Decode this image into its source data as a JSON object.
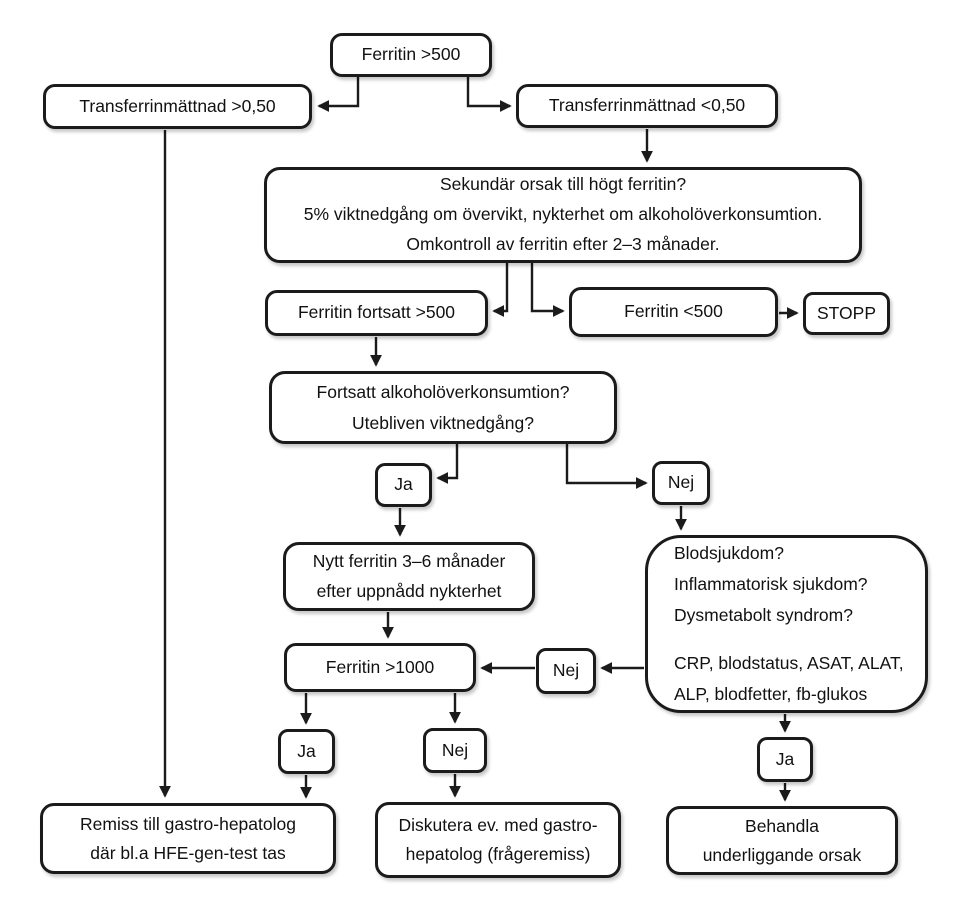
{
  "colors": {
    "line": "#1b1b1b",
    "background": "#ffffff",
    "text": "#111111"
  },
  "nodes": {
    "ferritin_gt_500": {
      "label": "Ferritin >500"
    },
    "transferrin_gt_050": {
      "label": "Transferrinmättnad >0,50"
    },
    "transferrin_lt_050": {
      "label": "Transferrinmättnad <0,50"
    },
    "secondary_cause": {
      "line1": "Sekundär orsak till högt ferritin?",
      "line2": "5% viktnedgång om övervikt, nykterhet om alkoholöverkonsumtion.",
      "line3": "Omkontroll av ferritin efter 2–3 månader."
    },
    "ferritin_still_gt_500": {
      "label": "Ferritin fortsatt >500"
    },
    "ferritin_lt_500": {
      "label": "Ferritin <500"
    },
    "stop": {
      "label": "STOPP"
    },
    "continued_overuse": {
      "line1": "Fortsatt alkoholöverkonsumtion?",
      "line2": "Utebliven viktnedgång?"
    },
    "ja_1": {
      "label": "Ja"
    },
    "nej_1": {
      "label": "Nej"
    },
    "new_ferritin": {
      "line1": "Nytt ferritin 3–6 månader",
      "line2": "efter uppnådd nykterhet"
    },
    "ferritin_gt_1000": {
      "label": "Ferritin >1000"
    },
    "nej_2": {
      "label": "Nej"
    },
    "workup": {
      "line1": "Blodsjukdom?",
      "line2": "Inflammatorisk sjukdom?",
      "line3": "Dysmetabolt syndrom?",
      "line4": "CRP, blodstatus, ASAT, ALAT,",
      "line5": "ALP, blodfetter, fb-glukos"
    },
    "ja_2": {
      "label": "Ja"
    },
    "nej_3": {
      "label": "Nej"
    },
    "ja_3": {
      "label": "Ja"
    },
    "referral": {
      "line1": "Remiss till gastro-hepatolog",
      "line2": "där bl.a HFE-gen-test tas"
    },
    "discuss": {
      "line1": "Diskutera ev. med gastro-",
      "line2": "hepatolog (frågeremiss)"
    },
    "treat": {
      "line1": "Behandla",
      "line2": "underliggande orsak"
    }
  },
  "edges": [
    {
      "from": "ferritin_gt_500",
      "to": "transferrin_gt_050"
    },
    {
      "from": "ferritin_gt_500",
      "to": "transferrin_lt_050"
    },
    {
      "from": "transferrin_lt_050",
      "to": "secondary_cause"
    },
    {
      "from": "transferrin_gt_050",
      "to": "referral"
    },
    {
      "from": "secondary_cause",
      "to": "ferritin_still_gt_500"
    },
    {
      "from": "secondary_cause",
      "to": "ferritin_lt_500"
    },
    {
      "from": "ferritin_lt_500",
      "to": "stop"
    },
    {
      "from": "ferritin_still_gt_500",
      "to": "continued_overuse"
    },
    {
      "from": "continued_overuse",
      "to": "ja_1"
    },
    {
      "from": "continued_overuse",
      "to": "nej_1"
    },
    {
      "from": "ja_1",
      "to": "new_ferritin"
    },
    {
      "from": "nej_1",
      "to": "workup"
    },
    {
      "from": "new_ferritin",
      "to": "ferritin_gt_1000"
    },
    {
      "from": "workup",
      "to": "nej_2"
    },
    {
      "from": "nej_2",
      "to": "ferritin_gt_1000"
    },
    {
      "from": "ferritin_gt_1000",
      "to": "ja_2"
    },
    {
      "from": "ferritin_gt_1000",
      "to": "nej_3"
    },
    {
      "from": "ja_2",
      "to": "referral"
    },
    {
      "from": "nej_3",
      "to": "discuss"
    },
    {
      "from": "workup",
      "to": "ja_3"
    },
    {
      "from": "ja_3",
      "to": "treat"
    }
  ]
}
